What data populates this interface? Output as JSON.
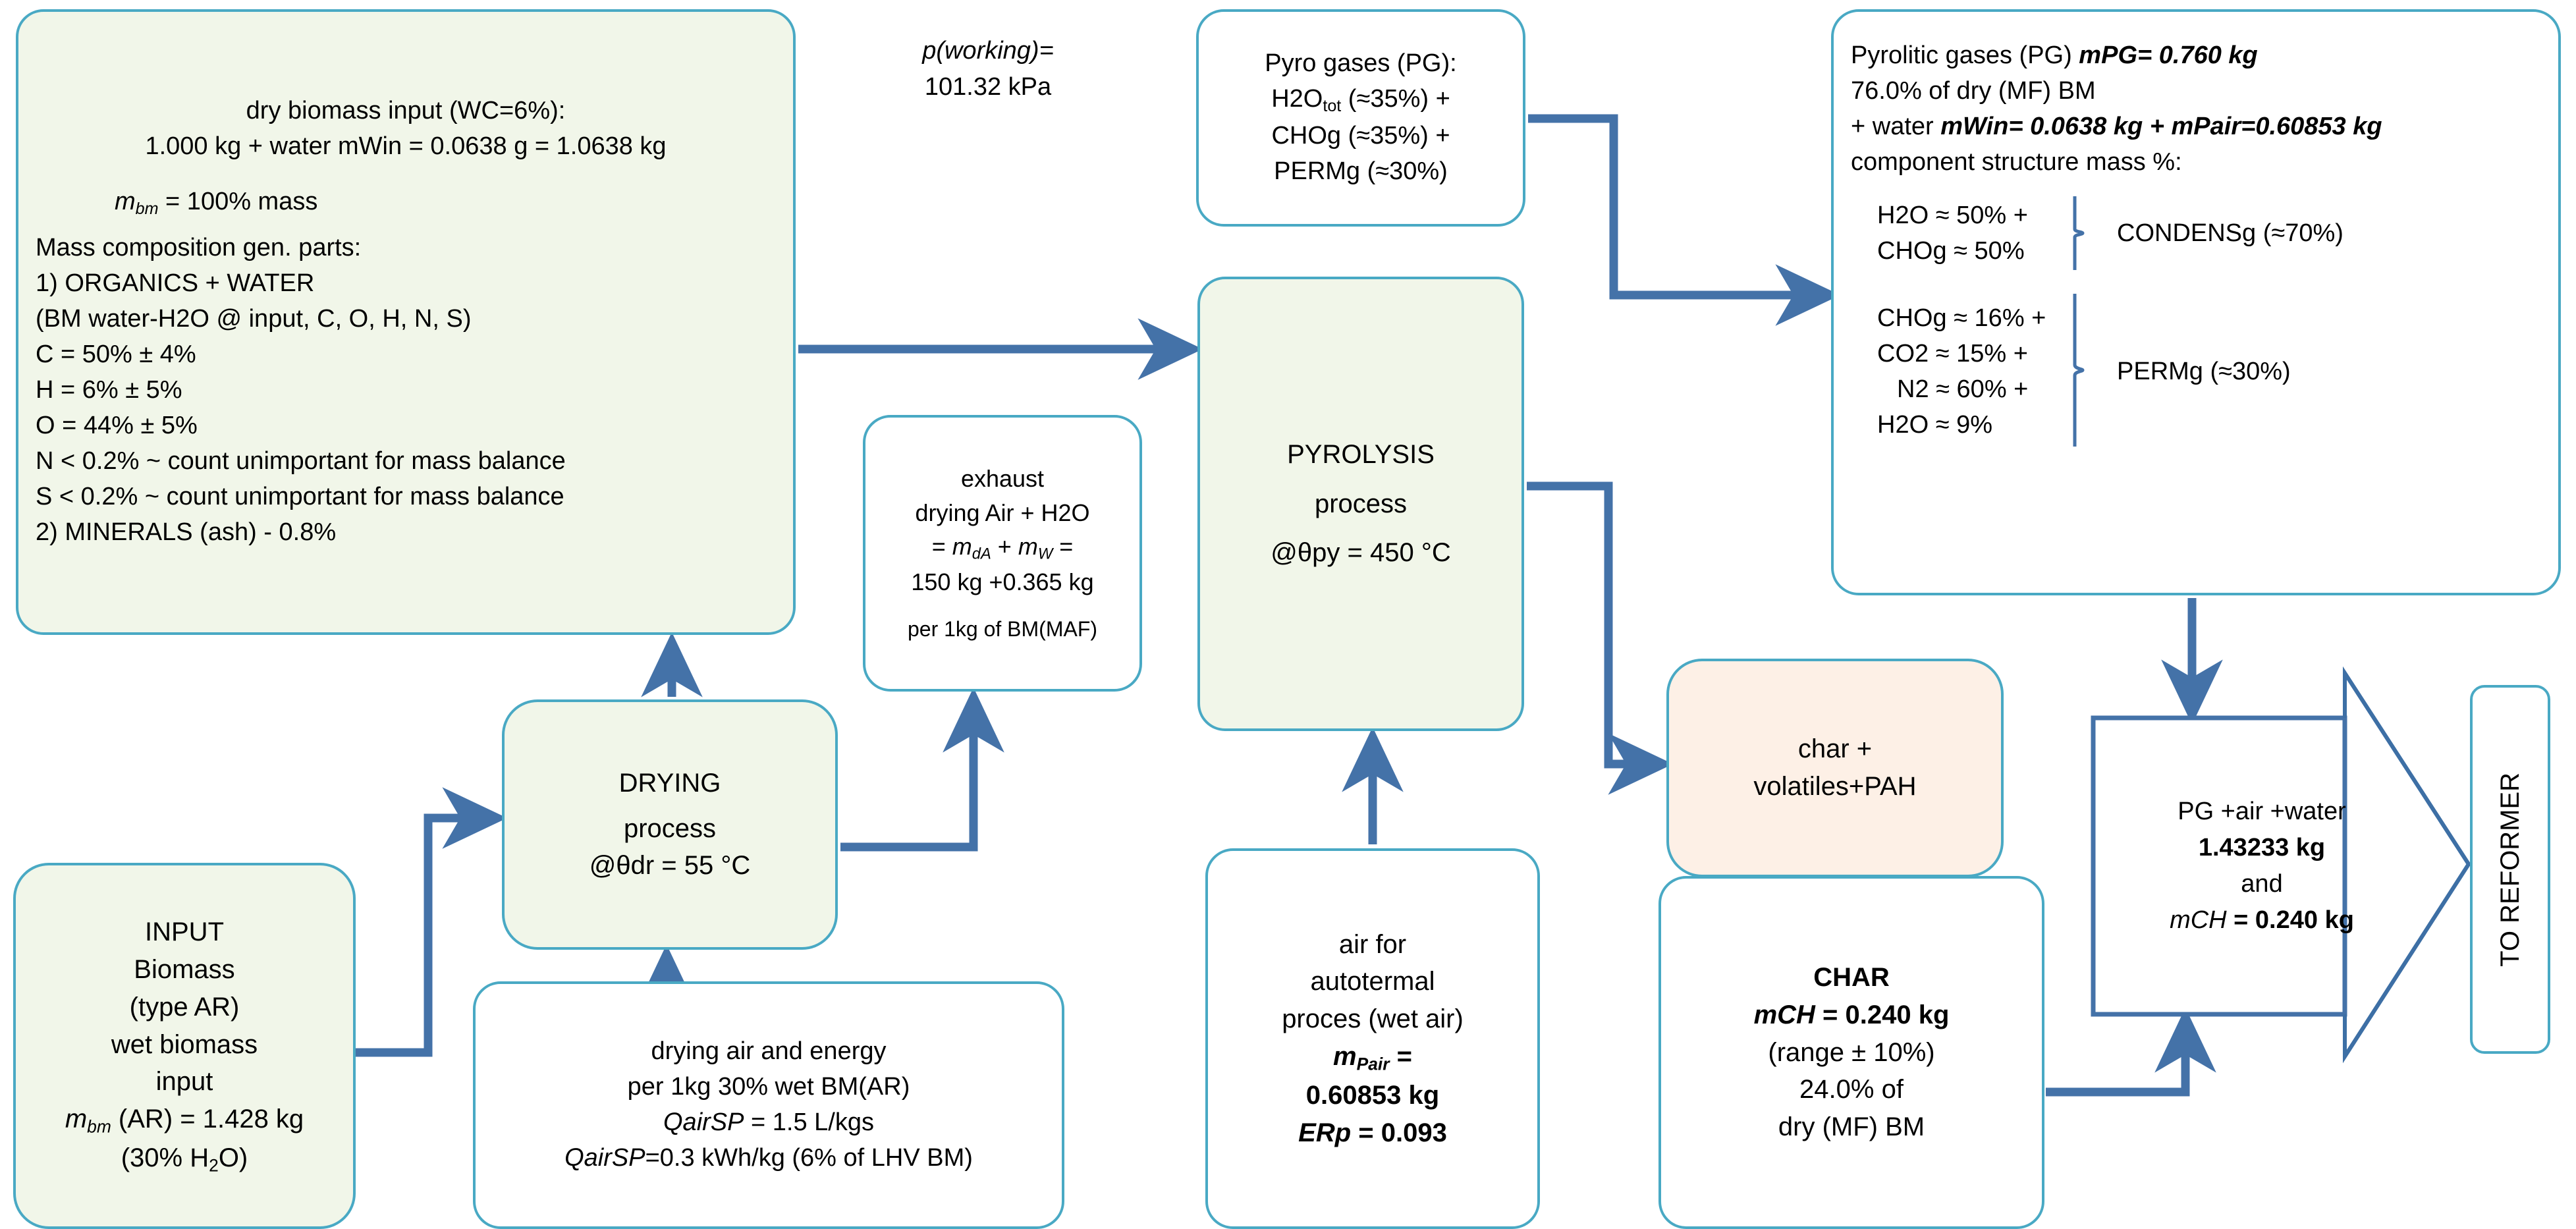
{
  "diagram": {
    "title": "Biomass drying and pyrolysis mass balance flow diagram",
    "accent_border": "#49A9C4",
    "arrow_color": "#4472A8",
    "fill_green": "#F1F6E9",
    "fill_peach": "#FDF0E6",
    "fill_white": "#FFFFFF"
  },
  "dry_biomass_box": {
    "l1": "dry biomass input (WC=6%):",
    "l2": "1.000 kg + water mWin = 0.0638 g = 1.0638 kg",
    "l3_m": "m",
    "l3_sub": "bm",
    "l3_rest": " = 100% mass",
    "l4": "Mass composition gen. parts:",
    "l5": "1) ORGANICS + WATER",
    "l6": "(BM water-H2O @ input, C, O, H, N, S)",
    "l7": "C = 50% ± 4%",
    "l8": "H = 6% ± 5%",
    "l9": "O = 44% ± 5%",
    "l10": "N < 0.2% ~ count unimportant  for mass balance",
    "l11": "S < 0.2% ~ count unimportant  for mass balance",
    "l12": "2) MINERALS (ash) - 0.8%"
  },
  "p_working": {
    "l1": "p(working)=",
    "l2": "101.32 kPa"
  },
  "pyro_gases_box": {
    "l1": "Pyro gases (PG):",
    "l2_a": "H2O",
    "l2_sub": "tot",
    "l2_b": " (≈35%) +",
    "l3": "CHOg  (≈35%) +",
    "l4": "PERMg (≈30%)"
  },
  "pyrolitic_gases_box": {
    "l1_plain": "Pyrolitic gases (PG)",
    "l1_bold": " mPG= 0.760 kg",
    "l2": "76.0% of dry (MF) BM",
    "l3_plain": "+ water ",
    "l3_bold1": "mWin= 0.0638 kg + ",
    "l3_bold2": "mPair=0.60853 kg",
    "l4": "component structure mass %:",
    "condens_rows": [
      "H2O  ≈ 50% +",
      "CHOg  ≈ 50%"
    ],
    "condens_label": "CONDENSg (≈70%)",
    "perm_rows": [
      "CHOg  ≈ 16% +",
      "CO2   ≈ 15%  +",
      "N2   ≈ 60% +",
      "H2O   ≈ 9%"
    ],
    "perm_label": "PERMg (≈30%)"
  },
  "exhaust_box": {
    "l1": "exhaust",
    "l2": "drying  Air + H2O",
    "l3_pre": "= ",
    "l3_m1": "m",
    "l3_sub1": "dA",
    "l3_mid": " + ",
    "l3_m2": "m",
    "l3_sub2": "W",
    "l3_post": " =",
    "l4": "150 kg +0.365 kg",
    "l5": "per 1kg of BM(MAF)"
  },
  "pyrolysis_box": {
    "l1": "PYROLYSIS",
    "l2": "process",
    "l3": "@θpy =  450 °C"
  },
  "drying_box": {
    "l1": "DRYING",
    "l2": "process",
    "l3": "@θdr =  55 °C"
  },
  "input_box": {
    "l1": "INPUT",
    "l2": "Biomass",
    "l3": "(type AR)",
    "l4": "wet biomass",
    "l5": "input",
    "l6_m": "m",
    "l6_sub": "bm",
    "l6_rest": " (AR) = 1.428 kg",
    "l7_a": "(30% H",
    "l7_sub": "2",
    "l7_b": "O)"
  },
  "drying_air_box": {
    "l1": "drying  air and energy",
    "l2": "per 1kg 30% wet BM(AR)",
    "l3_it": "QairSP",
    "l3_rest": " = 1.5 L/kgs",
    "l4_it": "QairSP",
    "l4_rest": "=0.3 kWh/kg (6% of LHV BM)"
  },
  "air_auto_box": {
    "l1": "air for",
    "l2": "autotermal",
    "l3": "proces (wet air)",
    "l4_m": "m",
    "l4_sub": "Pair",
    "l4_rest": " =",
    "l5": "0.60853 kg",
    "l6_it": "ERp",
    "l6_rest": " = 0.093"
  },
  "char_box": {
    "l1": "char +",
    "l2": "volatiles+PAH"
  },
  "char_mass_box": {
    "l1": "CHAR",
    "l2_it": "mCH",
    "l2_rest": " = 0.240 kg",
    "l3": "(range ± 10%)",
    "l4": "24.0% of",
    "l5": "dry (MF) BM"
  },
  "pg_air_water_box": {
    "l1": "PG +air +water",
    "l2": "1.43233 kg",
    "l3": "and",
    "l4_it": "mCH",
    "l4_rest": " = 0.240 kg"
  },
  "to_reformer": {
    "label": "TO REFORMER"
  },
  "chart_data": {
    "type": "diagram",
    "nodes": [
      {
        "id": "input",
        "label": "INPUT Biomass (type AR) wet biomass input",
        "mass_kg": 1.428,
        "moisture_pct": 30
      },
      {
        "id": "drying",
        "label": "DRYING process",
        "temperature_C": 55
      },
      {
        "id": "drying_air",
        "label": "drying air and energy",
        "QairSP_L_per_kgs": 1.5,
        "QairSP_kWh_per_kg": 0.3,
        "pct_of_LHV_BM": 6
      },
      {
        "id": "exhaust",
        "label": "exhaust drying Air + H2O",
        "dry_air_kg": 150,
        "water_kg": 0.365,
        "basis": "per 1kg of BM(MAF)"
      },
      {
        "id": "dry_biomass",
        "label": "dry biomass input",
        "WC_pct": 6,
        "dry_kg": 1.0,
        "water_mWin_kg": 0.0638,
        "total_kg": 1.0638,
        "composition": {
          "C_pct": 50,
          "C_tol": 4,
          "H_pct": 6,
          "H_tol": 5,
          "O_pct": 44,
          "O_tol": 5,
          "N_pct_max": 0.2,
          "S_pct_max": 0.2,
          "minerals_ash_pct": 0.8
        }
      },
      {
        "id": "pyrolysis",
        "label": "PYROLYSIS process",
        "temperature_C": 450,
        "p_working_kPa": 101.32
      },
      {
        "id": "air_auto",
        "label": "air for autotermal proces (wet air)",
        "mPair_kg": 0.60853,
        "ERp": 0.093
      },
      {
        "id": "pyro_gases",
        "label": "Pyro gases (PG)",
        "H2O_tot_pct": 35,
        "CHOg_pct": 35,
        "PERMg_pct": 30
      },
      {
        "id": "pyrolitic_gases",
        "label": "Pyrolitic gases (PG)",
        "mPG_kg": 0.76,
        "pct_of_dry_MF_BM": 76.0,
        "mWin_kg": 0.0638,
        "mPair_kg": 0.60853,
        "CONDENSg_pct": 70,
        "CONDENSg_parts": {
          "H2O_pct": 50,
          "CHOg_pct": 50
        },
        "PERMg_pct": 30,
        "PERMg_parts": {
          "CHOg_pct": 16,
          "CO2_pct": 15,
          "N2_pct": 60,
          "H2O_pct": 9
        }
      },
      {
        "id": "char",
        "label": "char + volatiles+PAH"
      },
      {
        "id": "char_mass",
        "label": "CHAR",
        "mCH_kg": 0.24,
        "range_pct": 10,
        "pct_of_dry_MF_BM": 24.0
      },
      {
        "id": "pg_air_water",
        "label": "PG +air +water",
        "mass_kg": 1.43233,
        "mCH_kg": 0.24
      },
      {
        "id": "reformer",
        "label": "TO REFORMER"
      }
    ],
    "edges": [
      {
        "from": "input",
        "to": "drying"
      },
      {
        "from": "drying_air",
        "to": "drying"
      },
      {
        "from": "drying",
        "to": "dry_biomass"
      },
      {
        "from": "drying",
        "to": "exhaust"
      },
      {
        "from": "dry_biomass",
        "to": "pyrolysis"
      },
      {
        "from": "air_auto",
        "to": "pyrolysis"
      },
      {
        "from": "pyro_gases",
        "to": "pyrolitic_gases"
      },
      {
        "from": "pyrolysis",
        "to": "char"
      },
      {
        "from": "pyrolitic_gases",
        "to": "pg_air_water"
      },
      {
        "from": "char_mass",
        "to": "pg_air_water"
      },
      {
        "from": "pg_air_water",
        "to": "reformer"
      }
    ]
  }
}
